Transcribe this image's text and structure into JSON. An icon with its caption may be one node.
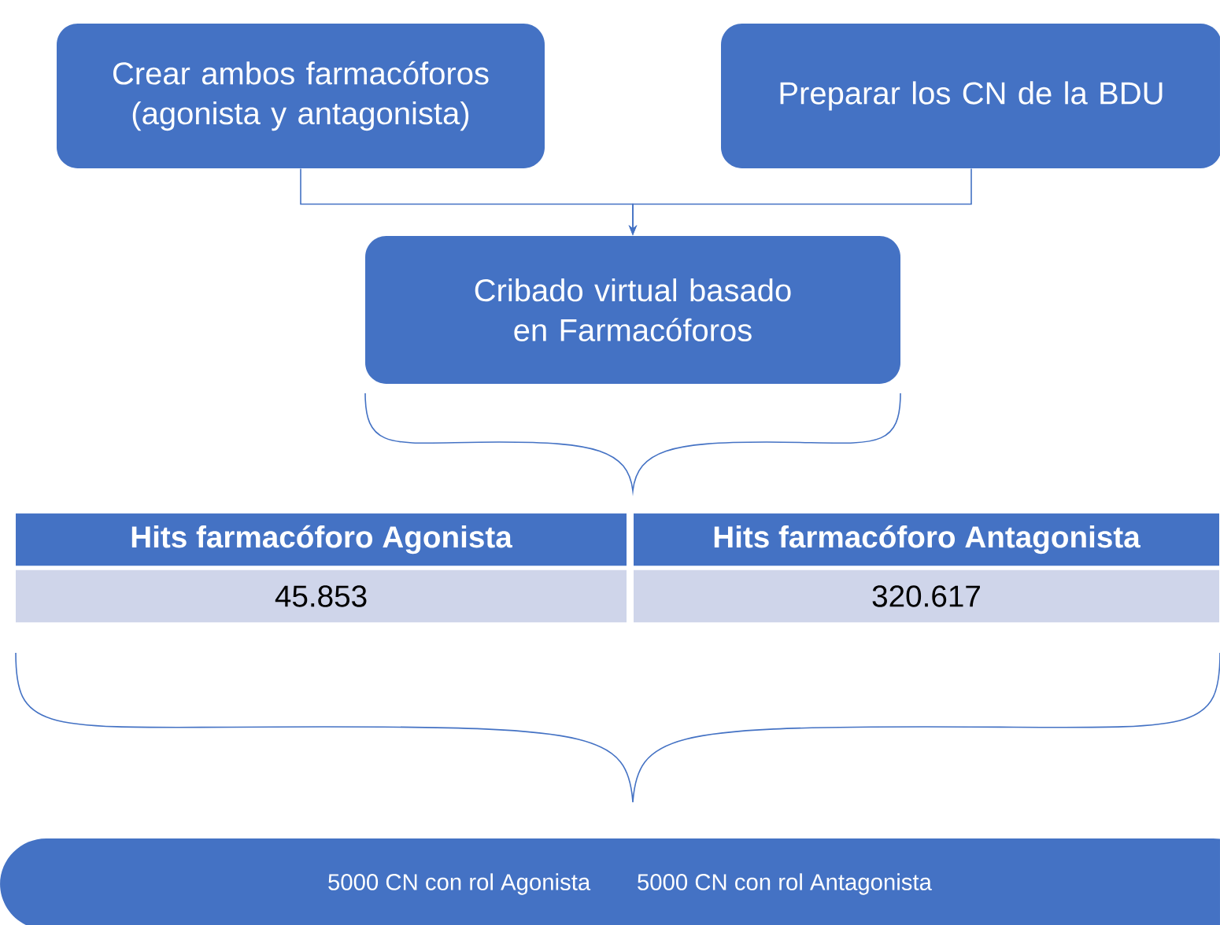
{
  "diagram": {
    "nodes": [
      {
        "text": [
          "Crear ambos farmacóforos (agonista y antagonista)"
        ]
      },
      {
        "text": [
          "Preparar los CN de la BDU"
        ]
      },
      {
        "text": [
          "Cribado virtual basado en Farmacóforos"
        ]
      },
      {
        "text": [
          "5000 CN con rol Agonista",
          "5000 CN con rol Antagonista"
        ]
      }
    ],
    "edges": [
      {
        "from": 0,
        "to": 2,
        "arrow": "to"
      },
      {
        "from": 1,
        "to": 2,
        "arrow": "to"
      }
    ],
    "labels": [
      "Hits farmacóforo Agonista",
      "Hits farmacóforo Antagonista",
      "45.853",
      "320.617"
    ]
  }
}
